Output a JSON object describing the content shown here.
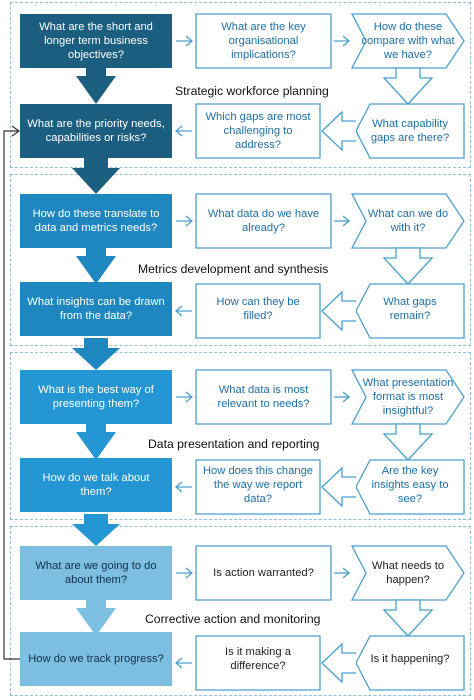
{
  "colors": {
    "stage1_dark": "#1b5e80",
    "stage2_dark": "#1f87bf",
    "stage3_dark": "#2496d4",
    "stage4_dark": "#7dbfe0",
    "light_outline": "#4a9fd0",
    "dashed_border": "#8fbfd9",
    "feedback_line": "#333333"
  },
  "stages": [
    {
      "title": "Strategic workforce planning",
      "boxes": [
        "What are the short and longer term business objectives?",
        "What are the key organisational implications?",
        "How do these compare with what we have?",
        "What capability gaps are there?",
        "Which gaps are most challenging to address?",
        "What are the priority needs, capabilities or risks?"
      ]
    },
    {
      "title": "Metrics development and synthesis",
      "boxes": [
        "How do these translate to data and metrics needs?",
        "What data do we have already?",
        "What can we do with it?",
        "What gaps remain?",
        "How can they be filled?",
        "What insights can be drawn from the data?"
      ]
    },
    {
      "title": "Data presentation and reporting",
      "boxes": [
        "What is the best way of presenting them?",
        "What data is most relevant to needs?",
        "What presentation format is most insightful?",
        "Are the key insights easy to see?",
        "How does this change the way we report data?",
        "How do we talk about them?"
      ]
    },
    {
      "title": "Corrective action and monitoring",
      "boxes": [
        "What are we going to do about them?",
        "Is action warranted?",
        "What needs to happen?",
        "Is it happening?",
        "Is it making a difference?",
        "How do we track progress?"
      ]
    }
  ]
}
